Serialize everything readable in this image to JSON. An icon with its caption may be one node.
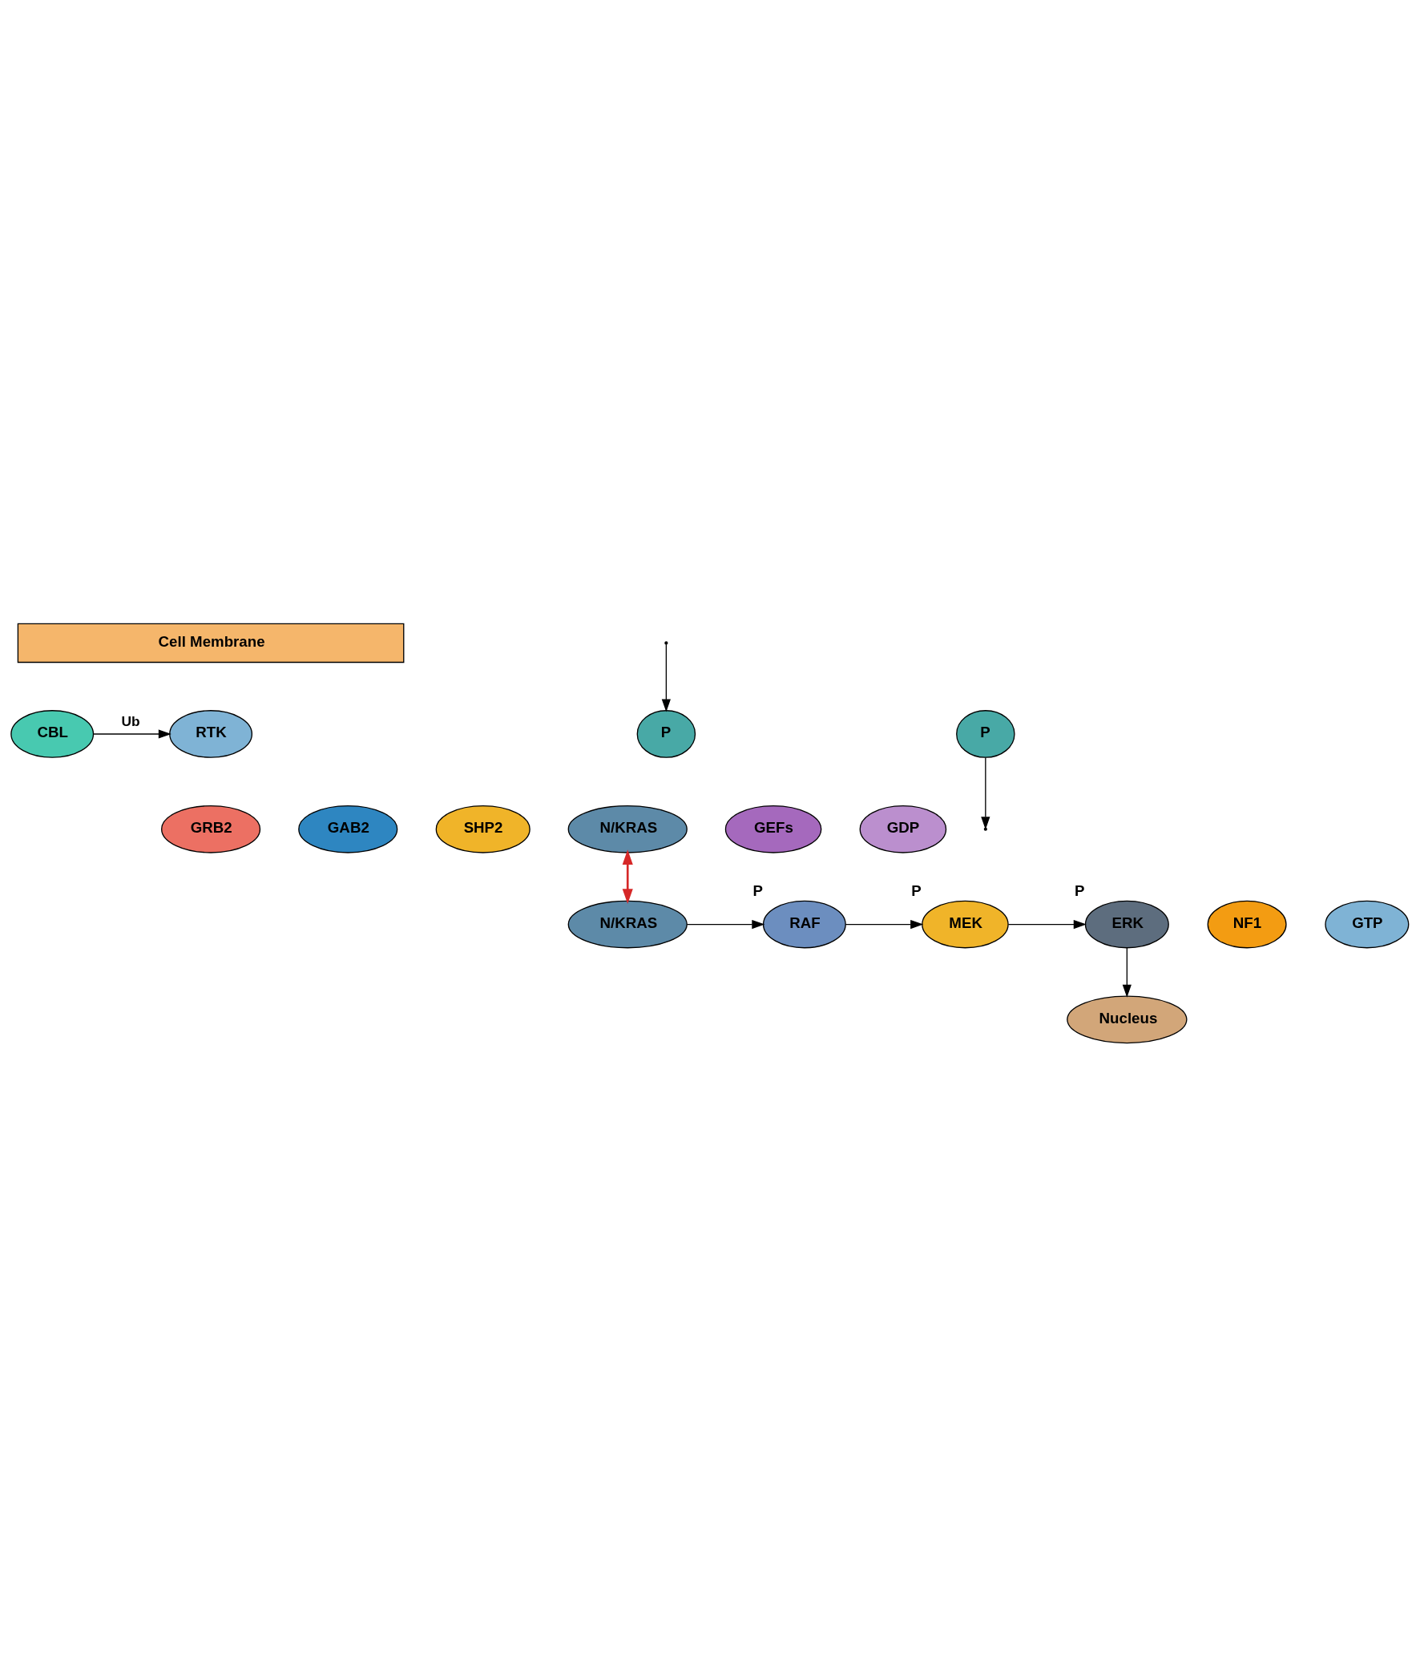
{
  "diagram": {
    "nodes": [
      {
        "text": [
          "RTK"
        ]
      },
      {
        "text": [
          "Cell Membrane"
        ]
      },
      {
        "text": [
          "CBL"
        ]
      },
      {
        "text": [
          "GRB2"
        ]
      },
      {
        "text": [
          "GAB2"
        ]
      },
      {
        "text": [
          "SHP2"
        ]
      },
      {
        "text": [
          "N/KRAS"
        ]
      },
      {
        "text": [
          "GEFs"
        ]
      },
      {
        "text": [
          "GDP"
        ]
      },
      {
        "text": [
          "P"
        ]
      },
      {
        "text": [
          "P"
        ]
      },
      {
        "text": [
          "NF1"
        ]
      },
      {
        "text": [
          "N/KRAS"
        ]
      },
      {
        "text": [
          "GTP"
        ]
      },
      {
        "text": [
          "RAF"
        ],
        "beside": [
          "P"
        ]
      },
      {
        "text": [
          "MEK"
        ],
        "beside": [
          "P"
        ]
      },
      {
        "text": [
          "ERK"
        ],
        "beside": [
          "P"
        ]
      },
      {
        "text": [
          "Nucleus"
        ]
      }
    ],
    "edges": [
      {
        "from": 2,
        "to": 0,
        "arrow": "to",
        "label": "Ub"
      },
      {
        "from": 6,
        "to": 12,
        "arrow": "both",
        "color": "#d62828"
      },
      {
        "from": 10,
        "to": null,
        "arrow": "to"
      },
      {
        "from": null,
        "to": 9,
        "arrow": "to"
      },
      {
        "from": 12,
        "to": 14,
        "arrow": "to"
      },
      {
        "from": 14,
        "to": 15,
        "arrow": "to"
      },
      {
        "from": 15,
        "to": 16,
        "arrow": "to"
      },
      {
        "from": 16,
        "to": 17,
        "arrow": "to"
      }
    ]
  }
}
